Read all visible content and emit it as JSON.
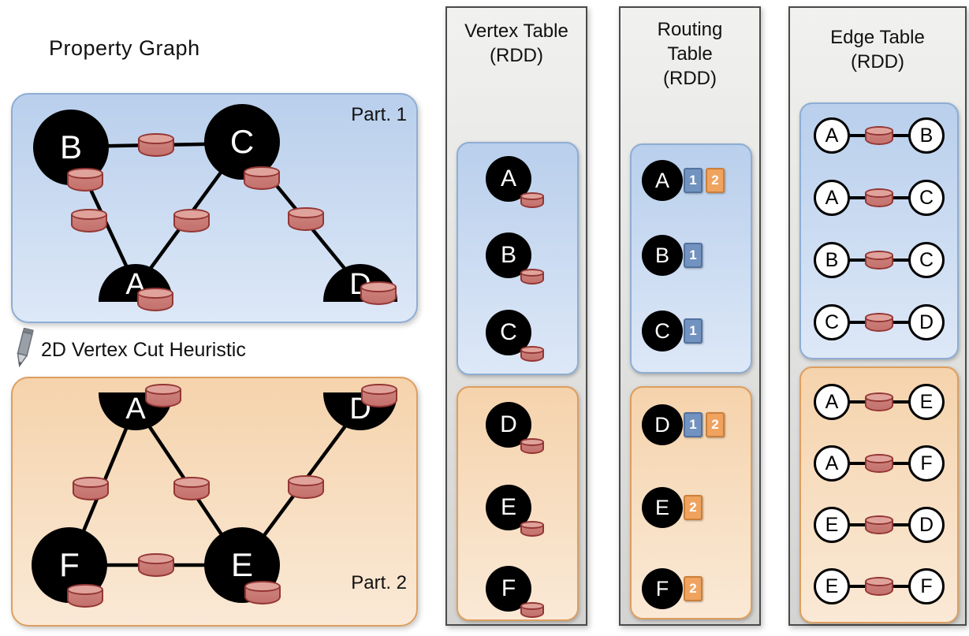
{
  "property_graph": {
    "title": "Property Graph",
    "heuristic": "2D Vertex Cut Heuristic",
    "part1": {
      "label": "Part. 1",
      "vertices": [
        "B",
        "C",
        "A",
        "D"
      ],
      "edges": [
        [
          "B",
          "C"
        ],
        [
          "B",
          "A"
        ],
        [
          "C",
          "A"
        ],
        [
          "C",
          "D"
        ]
      ]
    },
    "part2": {
      "label": "Part. 2",
      "vertices": [
        "A",
        "D",
        "F",
        "E"
      ],
      "edges": [
        [
          "A",
          "F"
        ],
        [
          "A",
          "E"
        ],
        [
          "D",
          "E"
        ],
        [
          "F",
          "E"
        ]
      ]
    }
  },
  "vertex_table": {
    "title_line1": "Vertex Table",
    "title_line2": "(RDD)",
    "part1_vertices": [
      "A",
      "B",
      "C"
    ],
    "part2_vertices": [
      "D",
      "E",
      "F"
    ]
  },
  "routing_table": {
    "title_line1": "Routing",
    "title_line2": "Table",
    "title_line3": "(RDD)",
    "part1": [
      {
        "vertex": "A",
        "partitions": [
          "1",
          "2"
        ]
      },
      {
        "vertex": "B",
        "partitions": [
          "1"
        ]
      },
      {
        "vertex": "C",
        "partitions": [
          "1"
        ]
      }
    ],
    "part2": [
      {
        "vertex": "D",
        "partitions": [
          "1",
          "2"
        ]
      },
      {
        "vertex": "E",
        "partitions": [
          "2"
        ]
      },
      {
        "vertex": "F",
        "partitions": [
          "2"
        ]
      }
    ]
  },
  "edge_table": {
    "title_line1": "Edge Table",
    "title_line2": "(RDD)",
    "part1_edges": [
      [
        "A",
        "B"
      ],
      [
        "A",
        "C"
      ],
      [
        "B",
        "C"
      ],
      [
        "C",
        "D"
      ]
    ],
    "part2_edges": [
      [
        "A",
        "E"
      ],
      [
        "A",
        "F"
      ],
      [
        "E",
        "D"
      ],
      [
        "E",
        "F"
      ]
    ]
  },
  "colors": {
    "partition1_fill": "#c6d8f0",
    "partition1_border": "#8eadd3",
    "partition2_fill": "#f7d9b8",
    "partition2_border": "#dd9e5f",
    "vertex_fill": "#000000",
    "cylinder_fill": "#c4716c",
    "cylinder_border": "#943634",
    "routing_badge_blue": "#7292bf",
    "routing_badge_orange": "#f0a35f",
    "panel_fill": "#e4e4e2",
    "panel_border": "#4a4a4a"
  }
}
